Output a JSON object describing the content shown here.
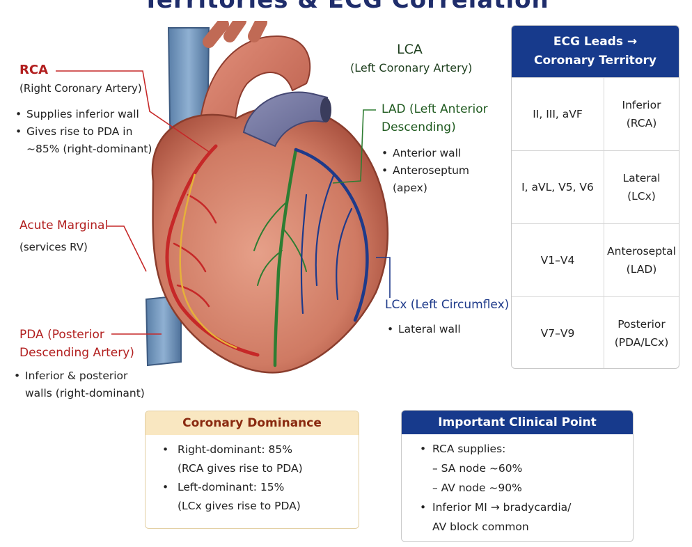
{
  "title": "Territories & ECG Correlation",
  "rca": {
    "name": "RCA",
    "full": "(Right Coronary Artery)",
    "bullets": [
      "Supplies inferior wall",
      "Gives rise to PDA in ~85% (right-dominant)"
    ]
  },
  "acute_marginal": {
    "name": "Acute Marginal",
    "note": "(services RV)"
  },
  "pda": {
    "name_line1": "PDA (Posterior",
    "name_line2": "Descending Artery)",
    "bullets": [
      "Inferior & posterior walls (right-dominant)"
    ]
  },
  "lca": {
    "name": "LCA",
    "full": "(Left Coronary Artery)"
  },
  "lad": {
    "name_line1": "LAD (Left Anterior",
    "name_line2": "Descending)",
    "bullets": [
      "Anterior wall",
      "Anteroseptum (apex)"
    ]
  },
  "lcx": {
    "name": "LCx (Left Circumflex)",
    "bullets": [
      "Lateral wall"
    ]
  },
  "ecg_table": {
    "header_line1": "ECG Leads →",
    "header_line2": "Coronary Territory",
    "rows": [
      {
        "leads": "II, III, aVF",
        "territory": "Inferior",
        "artery": "(RCA)"
      },
      {
        "leads": "I, aVL, V5, V6",
        "territory": "Lateral",
        "artery": "(LCx)"
      },
      {
        "leads": "V1–V4",
        "territory": "Anteroseptal",
        "artery": "(LAD)"
      },
      {
        "leads": "V7–V9",
        "territory": "Posterior",
        "artery": "(PDA/LCx)"
      }
    ]
  },
  "dominance": {
    "title": "Coronary Dominance",
    "items": [
      {
        "line1": "Right-dominant: 85%",
        "line2": "(RCA gives rise to PDA)"
      },
      {
        "line1": "Left-dominant: 15%",
        "line2": "(LCx gives rise to PDA)"
      }
    ]
  },
  "clinical": {
    "title": "Important Clinical Point",
    "item1": "RCA supplies:",
    "sub1": "– SA node ~60%",
    "sub2": "– AV node ~90%",
    "item2_line1": "Inferior MI → bradycardia/",
    "item2_line2": "AV block common"
  },
  "colors": {
    "rca": "#c62828",
    "lad": "#2e7d32",
    "lcx": "#1e3a8a",
    "header_navy": "#173a8c",
    "dominance_header": "#f9e7c1"
  }
}
